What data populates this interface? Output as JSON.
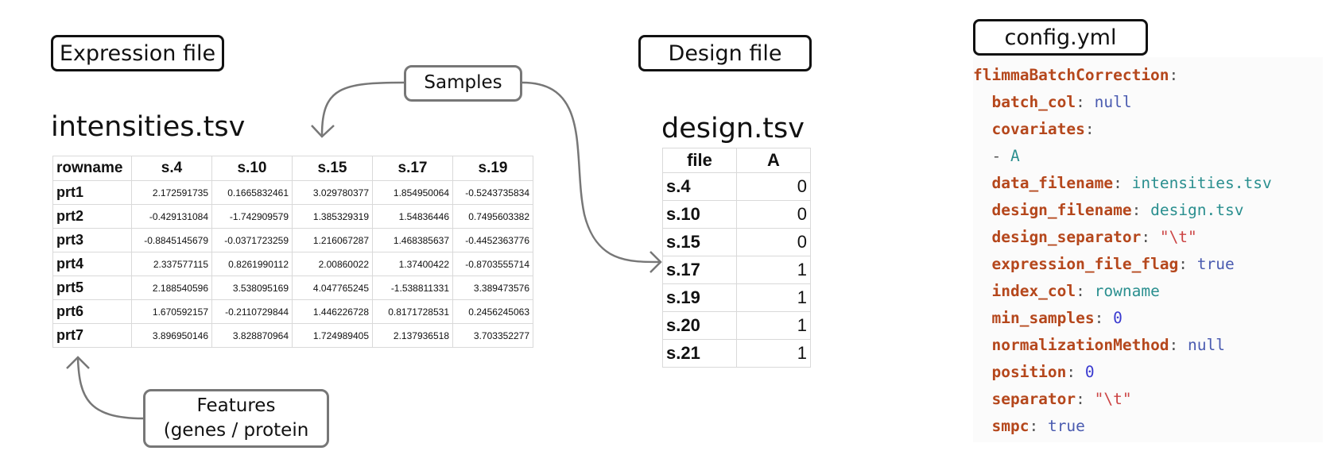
{
  "labels": {
    "expression_file": "Expression file",
    "design_file": "Design file",
    "config_file": "config.yml",
    "samples": "Samples",
    "features_line1": "Features",
    "features_line2": "(genes / protein"
  },
  "expression": {
    "filename": "intensities.tsv",
    "headers": [
      "rowname",
      "s.4",
      "s.10",
      "s.15",
      "s.17",
      "s.19"
    ],
    "rows": [
      [
        "prt1",
        "2.172591735",
        "0.1665832461",
        "3.029780377",
        "1.854950064",
        "-0.5243735834"
      ],
      [
        "prt2",
        "-0.429131084",
        "-1.742909579",
        "1.385329319",
        "1.54836446",
        "0.7495603382"
      ],
      [
        "prt3",
        "-0.8845145679",
        "-0.0371723259",
        "1.216067287",
        "1.468385637",
        "-0.4452363776"
      ],
      [
        "prt4",
        "2.337577115",
        "0.8261990112",
        "2.00860022",
        "1.37400422",
        "-0.8703555714"
      ],
      [
        "prt5",
        "2.188540596",
        "3.538095169",
        "4.047765245",
        "-1.538811331",
        "3.389473576"
      ],
      [
        "prt6",
        "1.670592157",
        "-0.2110729844",
        "1.446226728",
        "0.8171728531",
        "0.2456245063"
      ],
      [
        "prt7",
        "3.896950146",
        "3.828870964",
        "1.724989405",
        "2.137936518",
        "3.703352277"
      ]
    ]
  },
  "design": {
    "filename": "design.tsv",
    "headers": [
      "file",
      "A"
    ],
    "rows": [
      [
        "s.4",
        "0"
      ],
      [
        "s.10",
        "0"
      ],
      [
        "s.15",
        "0"
      ],
      [
        "s.17",
        "1"
      ],
      [
        "s.19",
        "1"
      ],
      [
        "s.20",
        "1"
      ],
      [
        "s.21",
        "1"
      ]
    ]
  },
  "config": {
    "root_key": "flimmaBatchCorrection",
    "entries": [
      {
        "key": "batch_col",
        "value": "null",
        "kind": "null"
      },
      {
        "key": "covariates",
        "value": "",
        "kind": "none"
      },
      {
        "list_item": "A"
      },
      {
        "key": "data_filename",
        "value": "intensities.tsv",
        "kind": "str"
      },
      {
        "key": "design_filename",
        "value": "design.tsv",
        "kind": "str"
      },
      {
        "key": "design_separator",
        "value": "\"\\t\"",
        "kind": "quoted"
      },
      {
        "key": "expression_file_flag",
        "value": "true",
        "kind": "bool"
      },
      {
        "key": "index_col",
        "value": "rowname",
        "kind": "str"
      },
      {
        "key": "min_samples",
        "value": "0",
        "kind": "num"
      },
      {
        "key": "normalizationMethod",
        "value": "null",
        "kind": "null"
      },
      {
        "key": "position",
        "value": "0",
        "kind": "num"
      },
      {
        "key": "separator",
        "value": "\"\\t\"",
        "kind": "quoted"
      },
      {
        "key": "smpc",
        "value": "true",
        "kind": "bool"
      }
    ]
  }
}
